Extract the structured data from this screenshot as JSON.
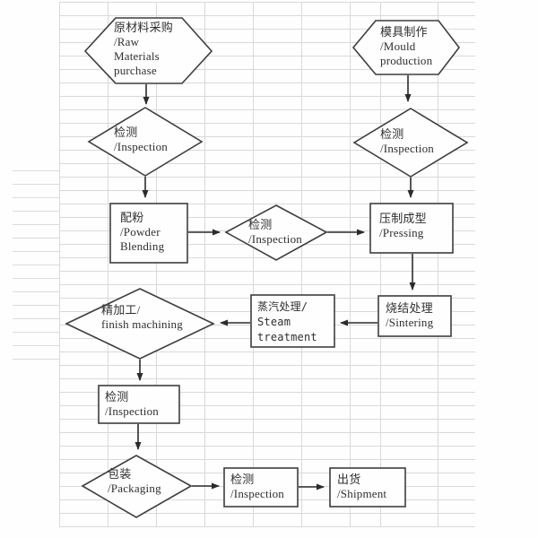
{
  "colors": {
    "background": "#fefefe",
    "grid_line": "#d9d9d9",
    "shape_border": "#3d3d3d",
    "connector": "#2b2b2b",
    "text": "#2f2f2f"
  },
  "flowchart": {
    "nodes": {
      "raw_materials": {
        "shape": "hexagon",
        "label": "原材料采购\n/Raw\nMaterials\npurchase"
      },
      "mould_production": {
        "shape": "hexagon",
        "label": "模具制作\n/Mould\nproduction"
      },
      "inspection_raw": {
        "shape": "diamond",
        "label": "检测\n/Inspection"
      },
      "inspection_mould": {
        "shape": "diamond",
        "label": "检测\n/Inspection"
      },
      "powder_blending": {
        "shape": "rect",
        "label": "配粉\n/Powder\nBlending"
      },
      "inspection_powder": {
        "shape": "diamond",
        "label": "检测\n/Inspection"
      },
      "pressing": {
        "shape": "rect",
        "label": "压制成型\n/Pressing"
      },
      "sintering": {
        "shape": "rect",
        "label": "烧结处理\n/Sintering"
      },
      "steam_treatment": {
        "shape": "rect",
        "label": "蒸汽处理/\nSteam\ntreatment"
      },
      "finish_machining": {
        "shape": "diamond",
        "label": "精加工/\nfinish machining"
      },
      "inspection_finish": {
        "shape": "rect",
        "label": "检测\n/Inspection"
      },
      "packaging": {
        "shape": "diamond",
        "label": "包装\n/Packaging"
      },
      "inspection_packaging": {
        "shape": "rect",
        "label": "检测\n/Inspection"
      },
      "shipment": {
        "shape": "rect",
        "label": "出货\n/Shipment"
      }
    },
    "edges": [
      {
        "from": "raw_materials",
        "to": "inspection_raw"
      },
      {
        "from": "mould_production",
        "to": "inspection_mould"
      },
      {
        "from": "inspection_raw",
        "to": "powder_blending"
      },
      {
        "from": "powder_blending",
        "to": "inspection_powder"
      },
      {
        "from": "inspection_powder",
        "to": "pressing"
      },
      {
        "from": "inspection_mould",
        "to": "pressing"
      },
      {
        "from": "pressing",
        "to": "sintering"
      },
      {
        "from": "sintering",
        "to": "steam_treatment"
      },
      {
        "from": "steam_treatment",
        "to": "finish_machining"
      },
      {
        "from": "finish_machining",
        "to": "inspection_finish"
      },
      {
        "from": "inspection_finish",
        "to": "packaging"
      },
      {
        "from": "packaging",
        "to": "inspection_packaging"
      },
      {
        "from": "inspection_packaging",
        "to": "shipment"
      }
    ]
  }
}
